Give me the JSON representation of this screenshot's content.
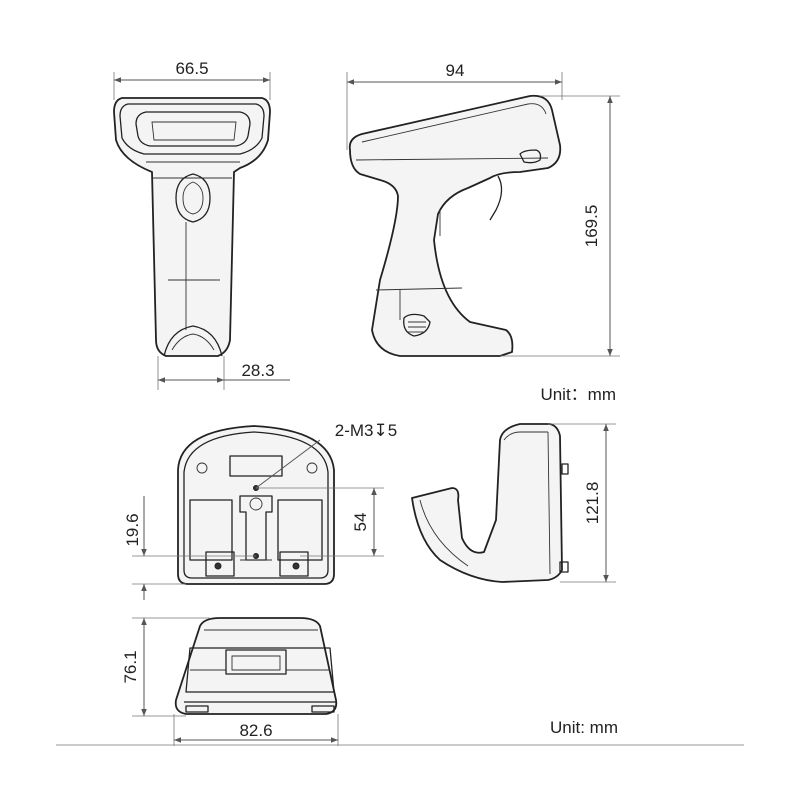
{
  "dimensions": {
    "scanner_front_width": "66.5",
    "scanner_handle_width": "28.3",
    "scanner_side_length": "94",
    "scanner_height": "169.5",
    "stand_height": "121.8",
    "base_hole_spacing": "54",
    "base_offset": "19.6",
    "stand_front_height": "76.1",
    "stand_width": "82.6"
  },
  "labels": {
    "screw_spec": "2-M3↧5",
    "unit_top": "Unit：mm",
    "unit_bottom": "Unit: mm"
  },
  "colors": {
    "outline": "#222222",
    "fill": "#f4f4f4",
    "dimension": "#555555"
  }
}
